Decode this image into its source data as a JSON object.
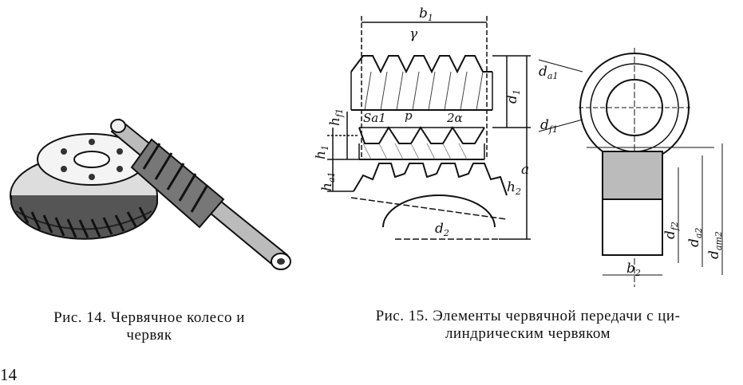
{
  "figure14": {
    "caption_line1": "Рис.  14.  Червячное  колесо  и",
    "caption_line2": "червяк"
  },
  "figure15": {
    "caption_line1": "Рис.  15.  Элементы  червячной  передачи  с  ци-",
    "caption_line2": "линдрическим  червяком",
    "labels": {
      "b1": "b",
      "b1_sub": "1",
      "gamma": "γ",
      "p": "p",
      "two_alpha": "2α",
      "sa1": "Sa1",
      "ha1": "h",
      "ha1_sub": "a1",
      "hf1": "h",
      "hf1_sub": "f1",
      "h1": "h",
      "h1_sub": "1",
      "d1": "d",
      "d1_sub": "1",
      "da1": "d",
      "da1_sub": "a1",
      "df1": "d",
      "df1_sub": "f1",
      "a": "a",
      "h2": "h",
      "h2_sub": "2",
      "d2": "d",
      "d2_sub": "2",
      "df2": "d",
      "df2_sub": "f2",
      "da2": "d",
      "da2_sub": "a2",
      "dam2": "d",
      "dam2_sub": "am2",
      "b2": "b",
      "b2_sub": "2"
    }
  },
  "page": {
    "number": "14"
  }
}
